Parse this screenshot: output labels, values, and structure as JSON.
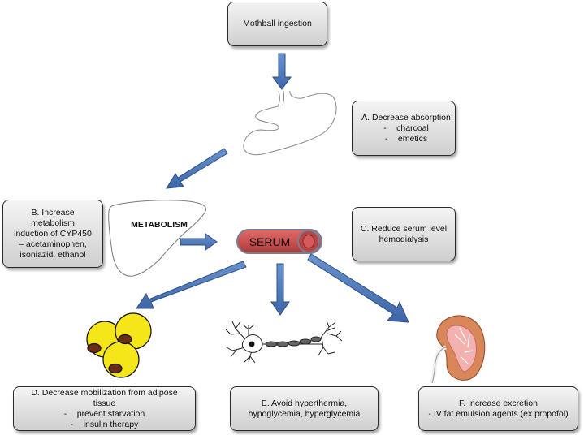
{
  "nodes": {
    "ingestion": "Mothball ingestion",
    "box_a": {
      "title": "A. Decrease absorption",
      "items": [
        "charcoal",
        "emetics"
      ]
    },
    "box_b": {
      "lines": [
        "B. Increase",
        "metabolism",
        "induction of CYP450",
        "– acetaminophen,",
        "isoniazid, ethanol"
      ]
    },
    "box_c": {
      "lines": [
        "C. Reduce serum level",
        "hemodialysis"
      ]
    },
    "box_d": {
      "lines": [
        "D. Decrease mobilization from adipose",
        "tissue"
      ],
      "items": [
        "prevent starvation",
        "insulin therapy"
      ]
    },
    "box_e": {
      "lines": [
        "E. Avoid hyperthermia,",
        "hypoglycemia, hyperglycemia"
      ]
    },
    "box_f": {
      "lines": [
        "F. Increase excretion",
        "- IV fat emulsion agents (ex propofol)"
      ]
    }
  },
  "illustrations": {
    "liver_label": "METABOLISM",
    "serum_label": "SERUM"
  },
  "item_marker": "-",
  "colors": {
    "arrow": "#4a75b5",
    "arrow_edge": "#2f4f82",
    "serum_fill": "#c8504f",
    "adipose_fill": "#f5e61a",
    "adipose_nucleus": "#6b2e14",
    "kidney_fill": "#d9875a",
    "kidney_pink": "#f3b2b0"
  }
}
